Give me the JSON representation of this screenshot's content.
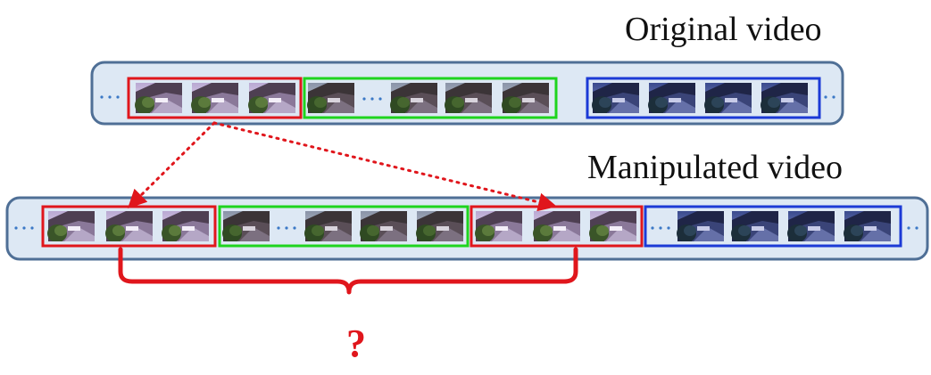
{
  "labels": {
    "original": "Original video",
    "manipulated": "Manipulated video",
    "question": "?"
  },
  "colors": {
    "strip_fill": "#dde8f4",
    "strip_border": "#4f6f96",
    "segment_a": "#e0161c",
    "segment_b": "#1ed41e",
    "segment_c": "#1c3ad6",
    "dots": "#3b78c6"
  },
  "original_strip": {
    "segments": [
      {
        "color": "segment_a",
        "frames": 3,
        "tone": "bright",
        "dots_after": 0
      },
      {
        "color": "segment_b",
        "frames": 4,
        "tone": "normal",
        "dots_after": 1
      },
      {
        "color": "segment_c",
        "frames": 4,
        "tone": "blue",
        "dots_after": 0
      }
    ]
  },
  "manipulated_strip": {
    "segments": [
      {
        "color": "segment_a",
        "frames": 3,
        "tone": "bright"
      },
      {
        "color": "segment_b",
        "frames": 4,
        "tone": "normal"
      },
      {
        "color": "segment_a",
        "frames": 3,
        "tone": "bright"
      },
      {
        "color": "segment_c",
        "frames": 4,
        "tone": "blue"
      }
    ]
  },
  "relations": [
    {
      "from_strip": "original",
      "from_segment": 0,
      "to_strip": "manipulated",
      "to_segment": 0,
      "style": "dotted-arrow"
    },
    {
      "from_strip": "original",
      "from_segment": 0,
      "to_strip": "manipulated",
      "to_segment": 2,
      "style": "dotted-arrow"
    }
  ],
  "bracket": {
    "spans_segments": [
      0,
      2
    ],
    "label": "?"
  }
}
